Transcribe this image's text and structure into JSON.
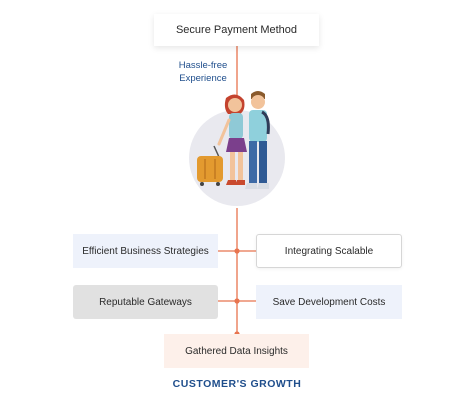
{
  "colors": {
    "connector": "#e8744f",
    "accent_text": "#1f4e8c",
    "circle_bg": "#e9e9ef"
  },
  "header_box": {
    "label": "Secure Payment Method"
  },
  "hassle_label": {
    "line1": "Hassle-free",
    "line2": "Experience"
  },
  "illustration": {
    "icon": "travelers-with-luggage-icon"
  },
  "left_boxes": [
    {
      "label": "Efficient Business Strategies"
    },
    {
      "label": "Reputable Gateways"
    }
  ],
  "right_boxes": [
    {
      "label": "Integrating Scalable"
    },
    {
      "label": "Save Development Costs"
    }
  ],
  "bottom_box": {
    "label": "Gathered Data Insights"
  },
  "footer_title": "CUSTOMER'S  GROWTH"
}
